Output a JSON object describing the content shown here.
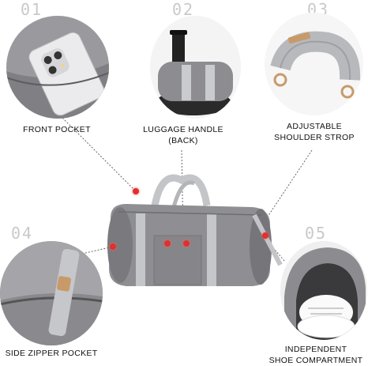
{
  "features": [
    {
      "number": "01",
      "label_lines": [
        "FRONT POCKET"
      ]
    },
    {
      "number": "02",
      "label_lines": [
        "LUGGAGE HANDLE",
        "(BACK)"
      ]
    },
    {
      "number": "03",
      "label_lines": [
        "ADJUSTABLE",
        "SHOULDER STROP"
      ]
    },
    {
      "number": "04",
      "label_lines": [
        "SIDE ZIPPER POCKET"
      ]
    },
    {
      "number": "05",
      "label_lines": [
        "INDEPENDENT",
        "SHOE COMPARTMENT"
      ]
    }
  ],
  "colors": {
    "bag_gray": "#8f8f93",
    "bag_dark": "#6e6e72",
    "strap_silver": "#c7c9cc",
    "marker_red": "#e03030",
    "number_gray": "#c9c9c9",
    "leader_line": "#666666"
  }
}
